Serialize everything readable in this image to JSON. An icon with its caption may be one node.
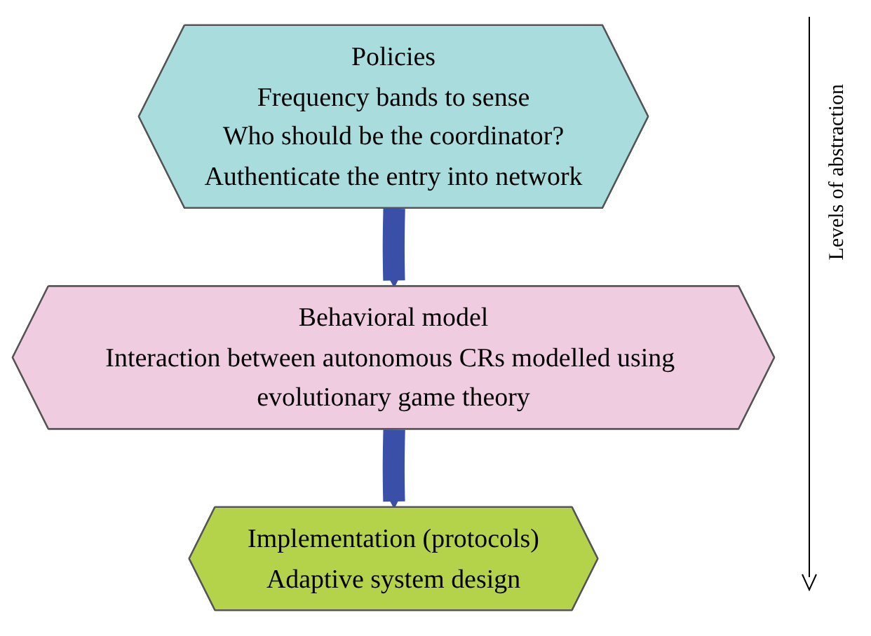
{
  "diagram": {
    "nodes": [
      {
        "text": [
          "Policies",
          "Frequency bands to sense",
          "Who should be the coordinator?",
          "Authenticate the entry into network"
        ]
      },
      {
        "text": [
          "Behavioral model",
          "Interaction between autonomous CRs modelled using evolutionary game theory"
        ]
      },
      {
        "text": [
          "Implementation (protocols)",
          "Adaptive system design"
        ]
      }
    ],
    "edges": [
      {
        "from": 0,
        "to": 1,
        "arrow": "to"
      },
      {
        "from": 1,
        "to": 2,
        "arrow": "to"
      }
    ],
    "labels": [
      "Levels of abstraction"
    ]
  }
}
